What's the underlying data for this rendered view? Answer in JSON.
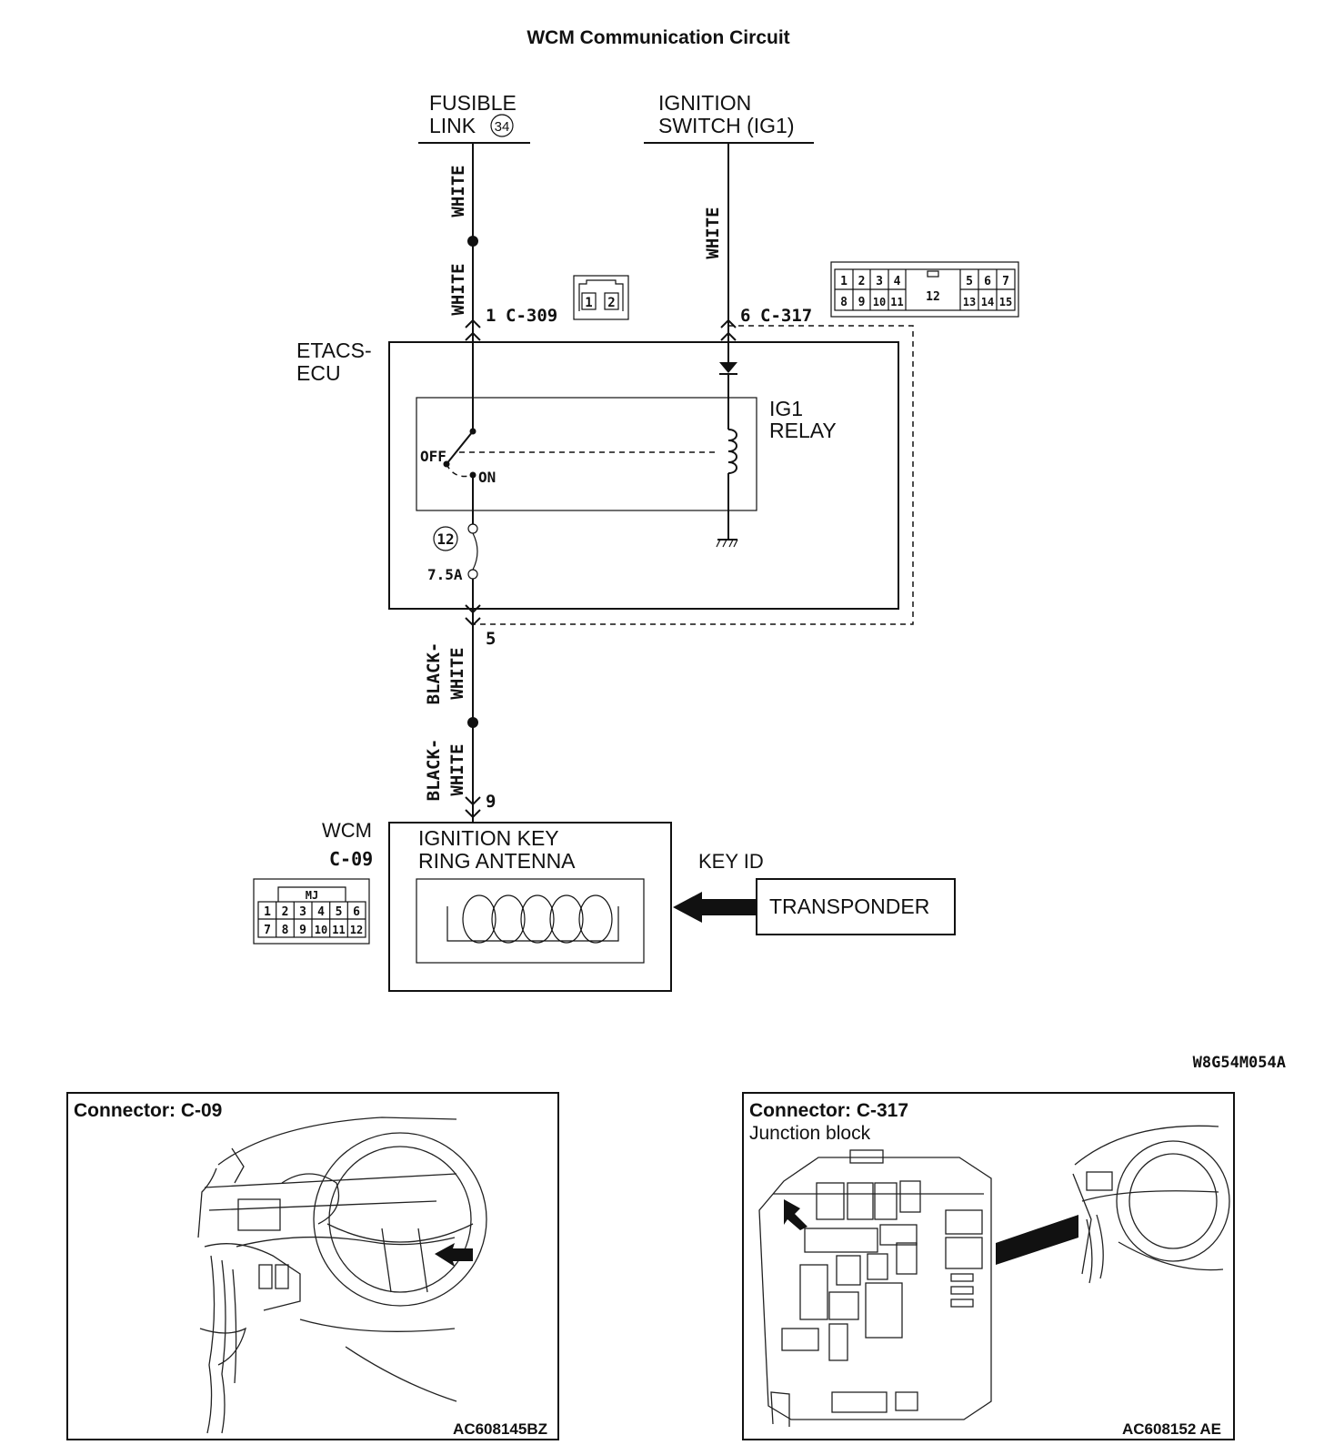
{
  "title": "WCM Communication Circuit",
  "sources": {
    "fusible_link": {
      "line1": "FUSIBLE",
      "line2": "LINK",
      "number": "34"
    },
    "ignition_switch": {
      "line1": "IGNITION",
      "line2": "SWITCH (IG1)"
    }
  },
  "wires": {
    "white": "WHITE",
    "black": "BLACK-",
    "white2": "WHITE"
  },
  "etacs": {
    "line1": "ETACS-",
    "line2": "ECU",
    "c309_pin": "1",
    "c309_label": "C-309",
    "c317_pin": "6",
    "c317_label": "C-317",
    "relay_line1": "IG1",
    "relay_line2": "RELAY",
    "switch_off": "OFF",
    "switch_on": "ON",
    "fuse_number": "12",
    "fuse_rating": "7.5A",
    "output_pin": "5"
  },
  "c309_connector": {
    "pins": [
      "1",
      "2"
    ]
  },
  "c317_connector": {
    "top": [
      "1",
      "2",
      "3",
      "4",
      "5",
      "6",
      "7"
    ],
    "bottom": [
      "8",
      "9",
      "10",
      "11",
      "13",
      "14",
      "15"
    ],
    "center": "12"
  },
  "wcm": {
    "label": "WCM",
    "connector": "C-09",
    "input_pin": "9",
    "antenna_line1": "IGNITION KEY",
    "antenna_line2": "RING ANTENNA",
    "key_id": "KEY ID",
    "transponder": "TRANSPONDER"
  },
  "c09_connector": {
    "header": "MJ",
    "top": [
      "1",
      "2",
      "3",
      "4",
      "5",
      "6"
    ],
    "bottom": [
      "7",
      "8",
      "9",
      "10",
      "11",
      "12"
    ]
  },
  "diagram_code": "W8G54M054A",
  "panels": [
    {
      "title": "Connector: C-09",
      "subtitle": "",
      "code": "AC608145BZ"
    },
    {
      "title": "Connector: C-317",
      "subtitle": "Junction block",
      "code": "AC608152 AE"
    }
  ]
}
